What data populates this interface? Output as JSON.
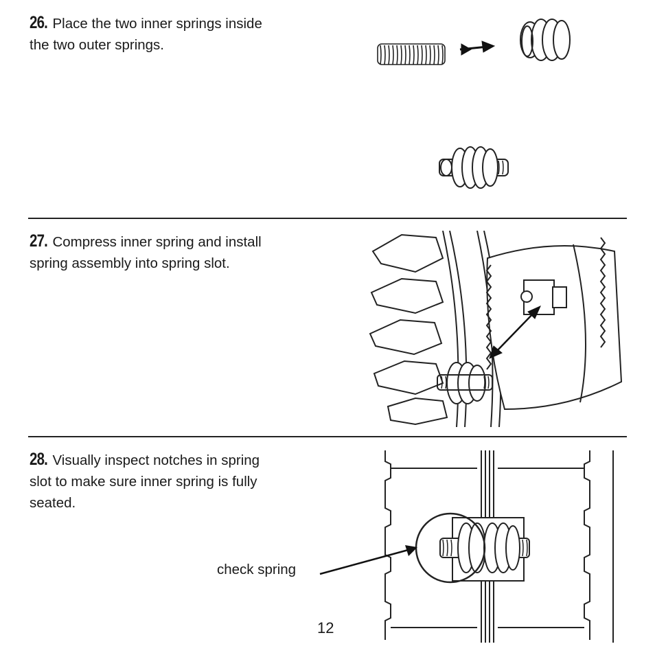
{
  "steps": [
    {
      "number": "26.",
      "text": "Place the two inner springs inside the two outer springs."
    },
    {
      "number": "27.",
      "text": "Compress inner spring and install spring assembly into spring slot."
    },
    {
      "number": "28.",
      "text": "Visually inspect notches in spring slot to make sure inner spring is fully seated."
    }
  ],
  "callout": {
    "check_spring": "check spring"
  },
  "page_number": "12",
  "icons": [
    "small-spring-icon",
    "large-spring-icon",
    "arrow-icon",
    "spring-assembly-icon",
    "gear-housing-icon",
    "spring-slot-icon"
  ]
}
